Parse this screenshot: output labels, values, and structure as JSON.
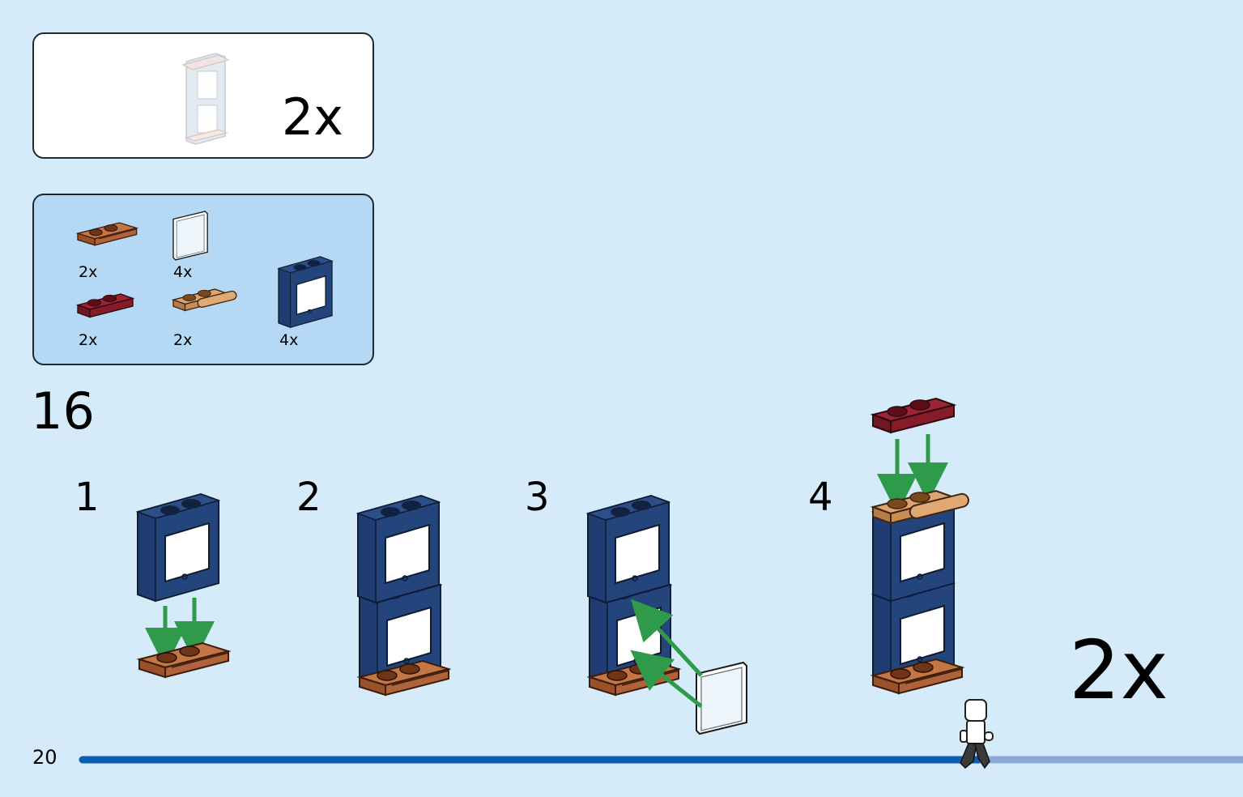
{
  "submodel": {
    "count": "2x"
  },
  "parts": [
    {
      "name": "orange-plate-1x2-rail",
      "qty": "2x"
    },
    {
      "name": "clear-window-glass",
      "qty": "4x"
    },
    {
      "name": "dark-red-plate-1x2",
      "qty": "2x"
    },
    {
      "name": "tan-plate-1x2-clip",
      "qty": "2x"
    },
    {
      "name": "dark-blue-window-frame",
      "qty": "4x"
    }
  ],
  "step": {
    "number": "16"
  },
  "substeps": [
    {
      "label": "1"
    },
    {
      "label": "2"
    },
    {
      "label": "3"
    },
    {
      "label": "4"
    }
  ],
  "multiplier": "2x",
  "page": {
    "number": "20"
  },
  "colors": {
    "background": "#d5ebf9",
    "parts_panel": "#b5d9f4",
    "frame_blue": "#1f3d73",
    "plate_orange": "#b9673a",
    "plate_red": "#8b1e2b",
    "plate_tan": "#d29a66",
    "arrow_green": "#2e9a4a",
    "progress_done": "#0a5fb0",
    "progress_todo": "#8aa8d8"
  }
}
